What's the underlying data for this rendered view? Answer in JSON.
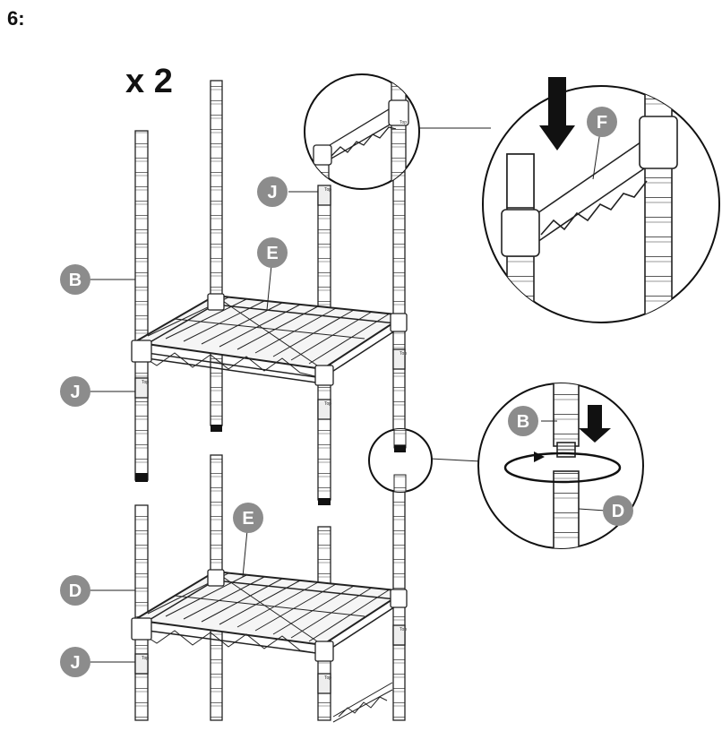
{
  "step": {
    "label": "6:"
  },
  "multiplier": {
    "label": "x 2"
  },
  "callouts": {
    "B": "B",
    "J": "J",
    "E": "E",
    "D": "D",
    "F": "F"
  },
  "clip": {
    "top_text": "Top"
  },
  "colors": {
    "callout_fill": "#8c8c8c",
    "line": "#1a1a1a",
    "arrow": "#111111"
  }
}
